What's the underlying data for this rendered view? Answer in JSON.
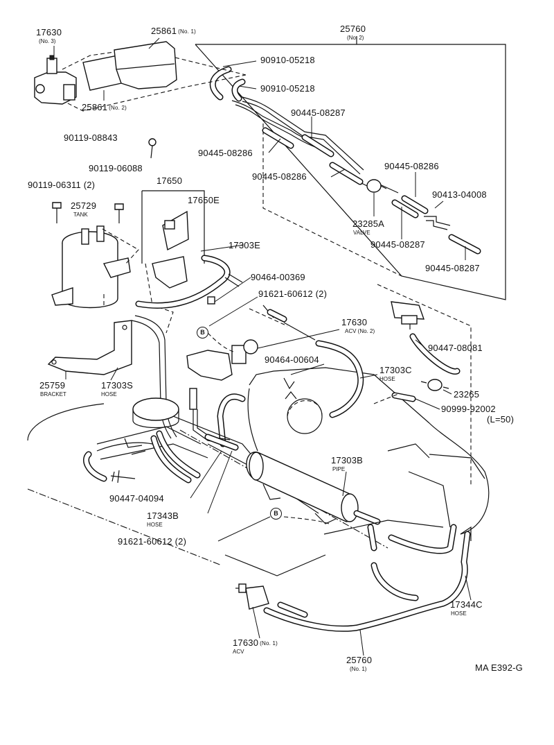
{
  "diagram_code": "MA E392-G",
  "refs": {
    "b_marker": "B"
  },
  "labels": {
    "p17630_no3": "17630",
    "p17630_no3_sub": "(No. 3)",
    "p25861_no1": "25861",
    "p25861_no1_sub": "(No. 1)",
    "p25861_no2": "25861",
    "p25861_no2_sub": "(No. 2)",
    "p90119_08843": "90119-08843",
    "p25760_no2": "25760",
    "p25760_no2_sub": "(No. 2)",
    "p90910_a": "90910-05218",
    "p90910_b": "90910-05218",
    "p90445_08287_a": "90445-08287",
    "p90445_08286_a": "90445-08286",
    "p90445_08286_b": "90445-08286",
    "p90445_08286_c": "90445-08286",
    "p90413_04008": "90413-04008",
    "p23285a": "23285A",
    "p23285a_sub": "VALVE",
    "p90445_08287_b": "90445-08287",
    "p90445_08287_c": "90445-08287",
    "p90119_06088": "90119-06088",
    "p90119_06311": "90119-06311 (2)",
    "p25729": "25729",
    "p25729_sub": "TANK",
    "p17650": "17650",
    "p17650e": "17650E",
    "p17303e": "17303E",
    "p90464_00369": "90464-00369",
    "p91621_60612_a": "91621-60612 (2)",
    "p17630_no2": "17630",
    "p17630_no2_sub": "ACV (No. 2)",
    "p90447_08081": "90447-08081",
    "p90464_00604": "90464-00604",
    "p17303c": "17303C",
    "p17303c_sub": "HOSE",
    "p23265": "23265",
    "p90999_92002": "90999-92002",
    "p90999_92002_sub": "(L=50)",
    "p25759": "25759",
    "p25759_sub": "BRACKET",
    "p17303s": "17303S",
    "p17303s_sub": "HOSE",
    "p17303b": "17303B",
    "p17303b_sub": "PIPE",
    "p90447_04094": "90447-04094",
    "p17343b": "17343B",
    "p17343b_sub": "HOSE",
    "p91621_60612_b": "91621-60612 (2)",
    "p17344c": "17344C",
    "p17344c_sub": "HOSE",
    "p17630_no1": "17630",
    "p17630_no1_sub": "(No. 1)",
    "p17630_no1_sub2": "ACV",
    "p25760_no1": "25760",
    "p25760_no1_sub": "(No. 1)"
  }
}
